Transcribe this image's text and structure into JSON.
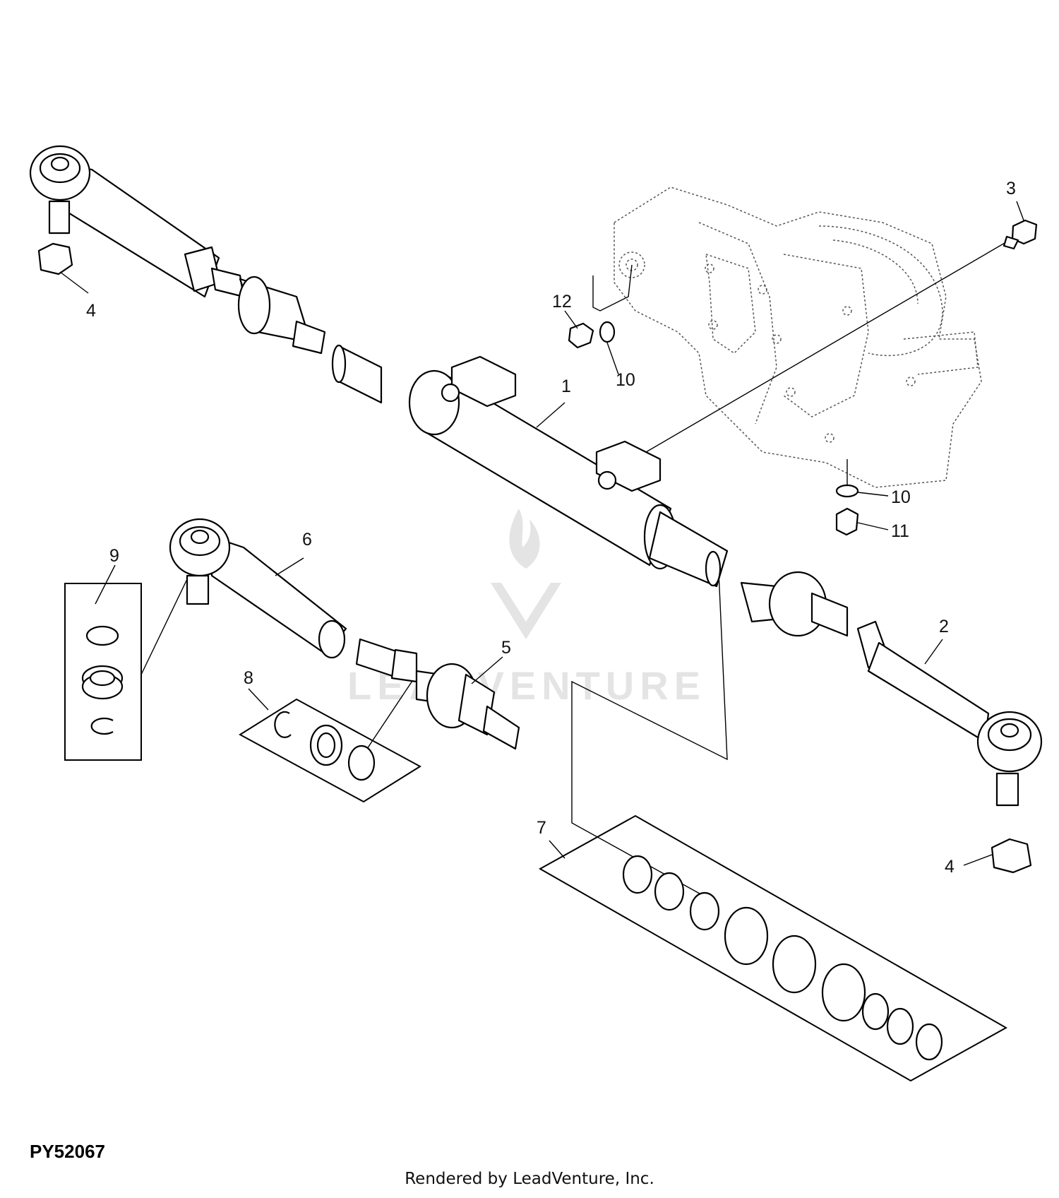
{
  "diagram_id": "PY52067",
  "footer": "Rendered by LeadVenture, Inc.",
  "watermark": "LEADVENTURE",
  "callouts": {
    "c1": "1",
    "c2": "2",
    "c3": "3",
    "c4a": "4",
    "c4b": "4",
    "c5": "5",
    "c6": "6",
    "c7": "7",
    "c8": "8",
    "c9": "9",
    "c10a": "10",
    "c10b": "10",
    "c11": "11",
    "c12": "12"
  },
  "colors": {
    "line": "#000000",
    "background": "#ffffff",
    "watermark": "#e4e4e4"
  }
}
